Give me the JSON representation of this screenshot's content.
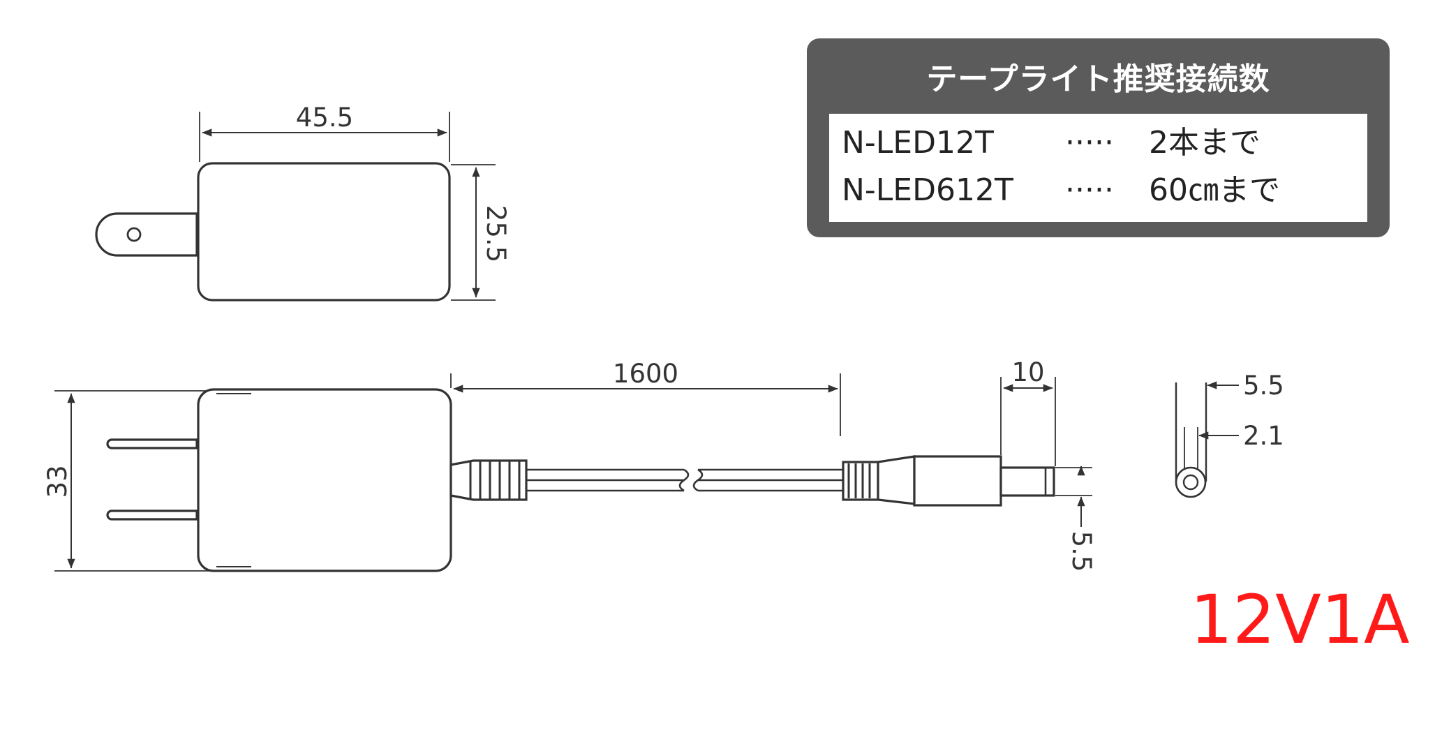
{
  "panel": {
    "title": "テープライト推奨接続数",
    "rows": [
      {
        "model": "N-LED12T",
        "dots": "·····",
        "limit": "2本まで"
      },
      {
        "model": "N-LED612T",
        "dots": "·····",
        "limit": "60㎝まで"
      }
    ]
  },
  "dimensions": {
    "top_width": "45.5",
    "top_height": "25.5",
    "side_height": "33",
    "cord_length": "1600",
    "plug_length": "10",
    "plug_outer_diameter": "5.5",
    "end_outer_diameter": "5.5",
    "end_inner_diameter": "2.1"
  },
  "rating": "12V1A",
  "colors": {
    "line": "#333333",
    "panel": "#5b5b5b",
    "rating": "#ff1a1a"
  }
}
